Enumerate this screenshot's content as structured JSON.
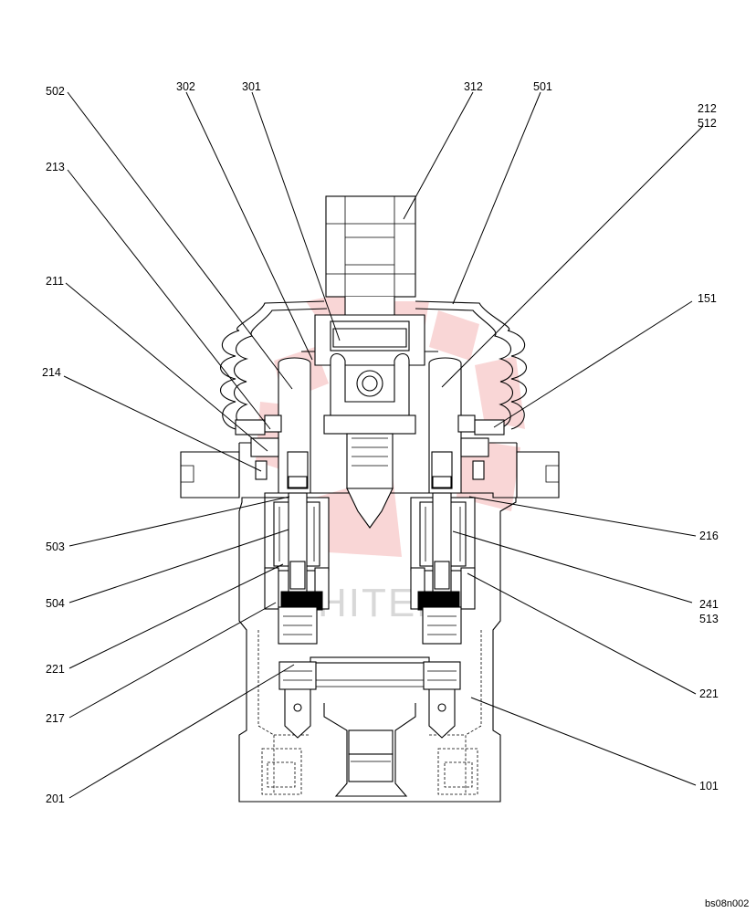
{
  "diagram": {
    "type": "exploded parts section drawing",
    "watermark_text": "HITEN",
    "watermark_color": "#f4b4b4",
    "drawing_ref": "bs08n002",
    "callouts": {
      "c502": "502",
      "c302": "302",
      "c301": "301",
      "c312": "312",
      "c501": "501",
      "c212": "212",
      "c512": "512",
      "c213": "213",
      "c211": "211",
      "c151": "151",
      "c214": "214",
      "c503": "503",
      "c216": "216",
      "c504": "504",
      "c241": "241",
      "c513": "513",
      "c221_left": "221",
      "c221_right": "221",
      "c217": "217",
      "c201": "201",
      "c101": "101"
    }
  }
}
